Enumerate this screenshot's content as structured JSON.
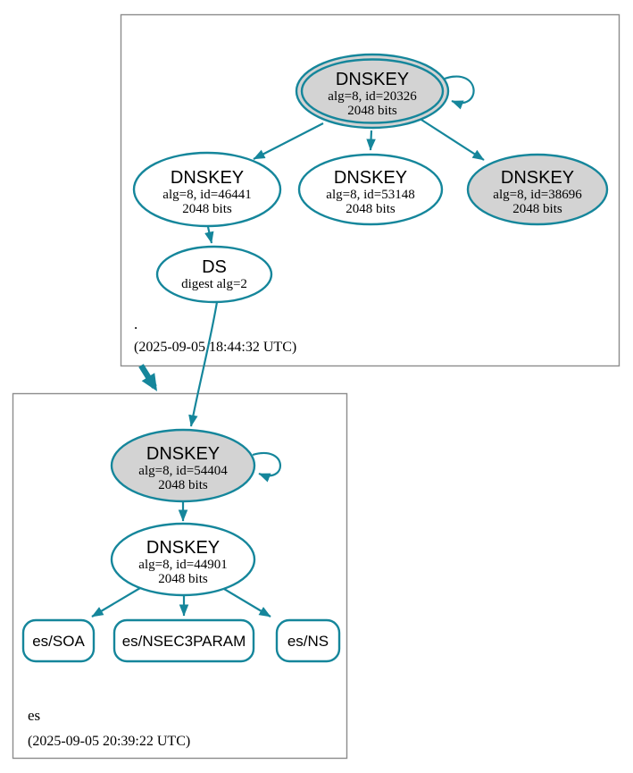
{
  "diagram_type": "dnssec-authentication-chain",
  "colors": {
    "edge": "#15869b",
    "node_fill_gray": "#d3d3d3",
    "node_fill_white": "#ffffff",
    "zone_box_border": "#8c8c8c",
    "text": "#000000"
  },
  "zones": [
    {
      "label": ".",
      "timestamp": "(2025-09-05 18:44:32 UTC)"
    },
    {
      "label": "es",
      "timestamp": "(2025-09-05 20:39:22 UTC)"
    }
  ],
  "nodes": {
    "ksk_root": {
      "title": "DNSKEY",
      "alg": "alg=8, id=20326",
      "bits": "2048 bits"
    },
    "zsk_root": {
      "title": "DNSKEY",
      "alg": "alg=8, id=46441",
      "bits": "2048 bits"
    },
    "dnskey_53148": {
      "title": "DNSKEY",
      "alg": "alg=8, id=53148",
      "bits": "2048 bits"
    },
    "dnskey_38696": {
      "title": "DNSKEY",
      "alg": "alg=8, id=38696",
      "bits": "2048 bits"
    },
    "ds_root": {
      "title": "DS",
      "digest": "digest alg=2"
    },
    "ksk_es": {
      "title": "DNSKEY",
      "alg": "alg=8, id=54404",
      "bits": "2048 bits"
    },
    "zsk_es": {
      "title": "DNSKEY",
      "alg": "alg=8, id=44901",
      "bits": "2048 bits"
    },
    "rrset_soa": {
      "label": "es/SOA"
    },
    "rrset_nsec3param": {
      "label": "es/NSEC3PARAM"
    },
    "rrset_ns": {
      "label": "es/NS"
    }
  }
}
